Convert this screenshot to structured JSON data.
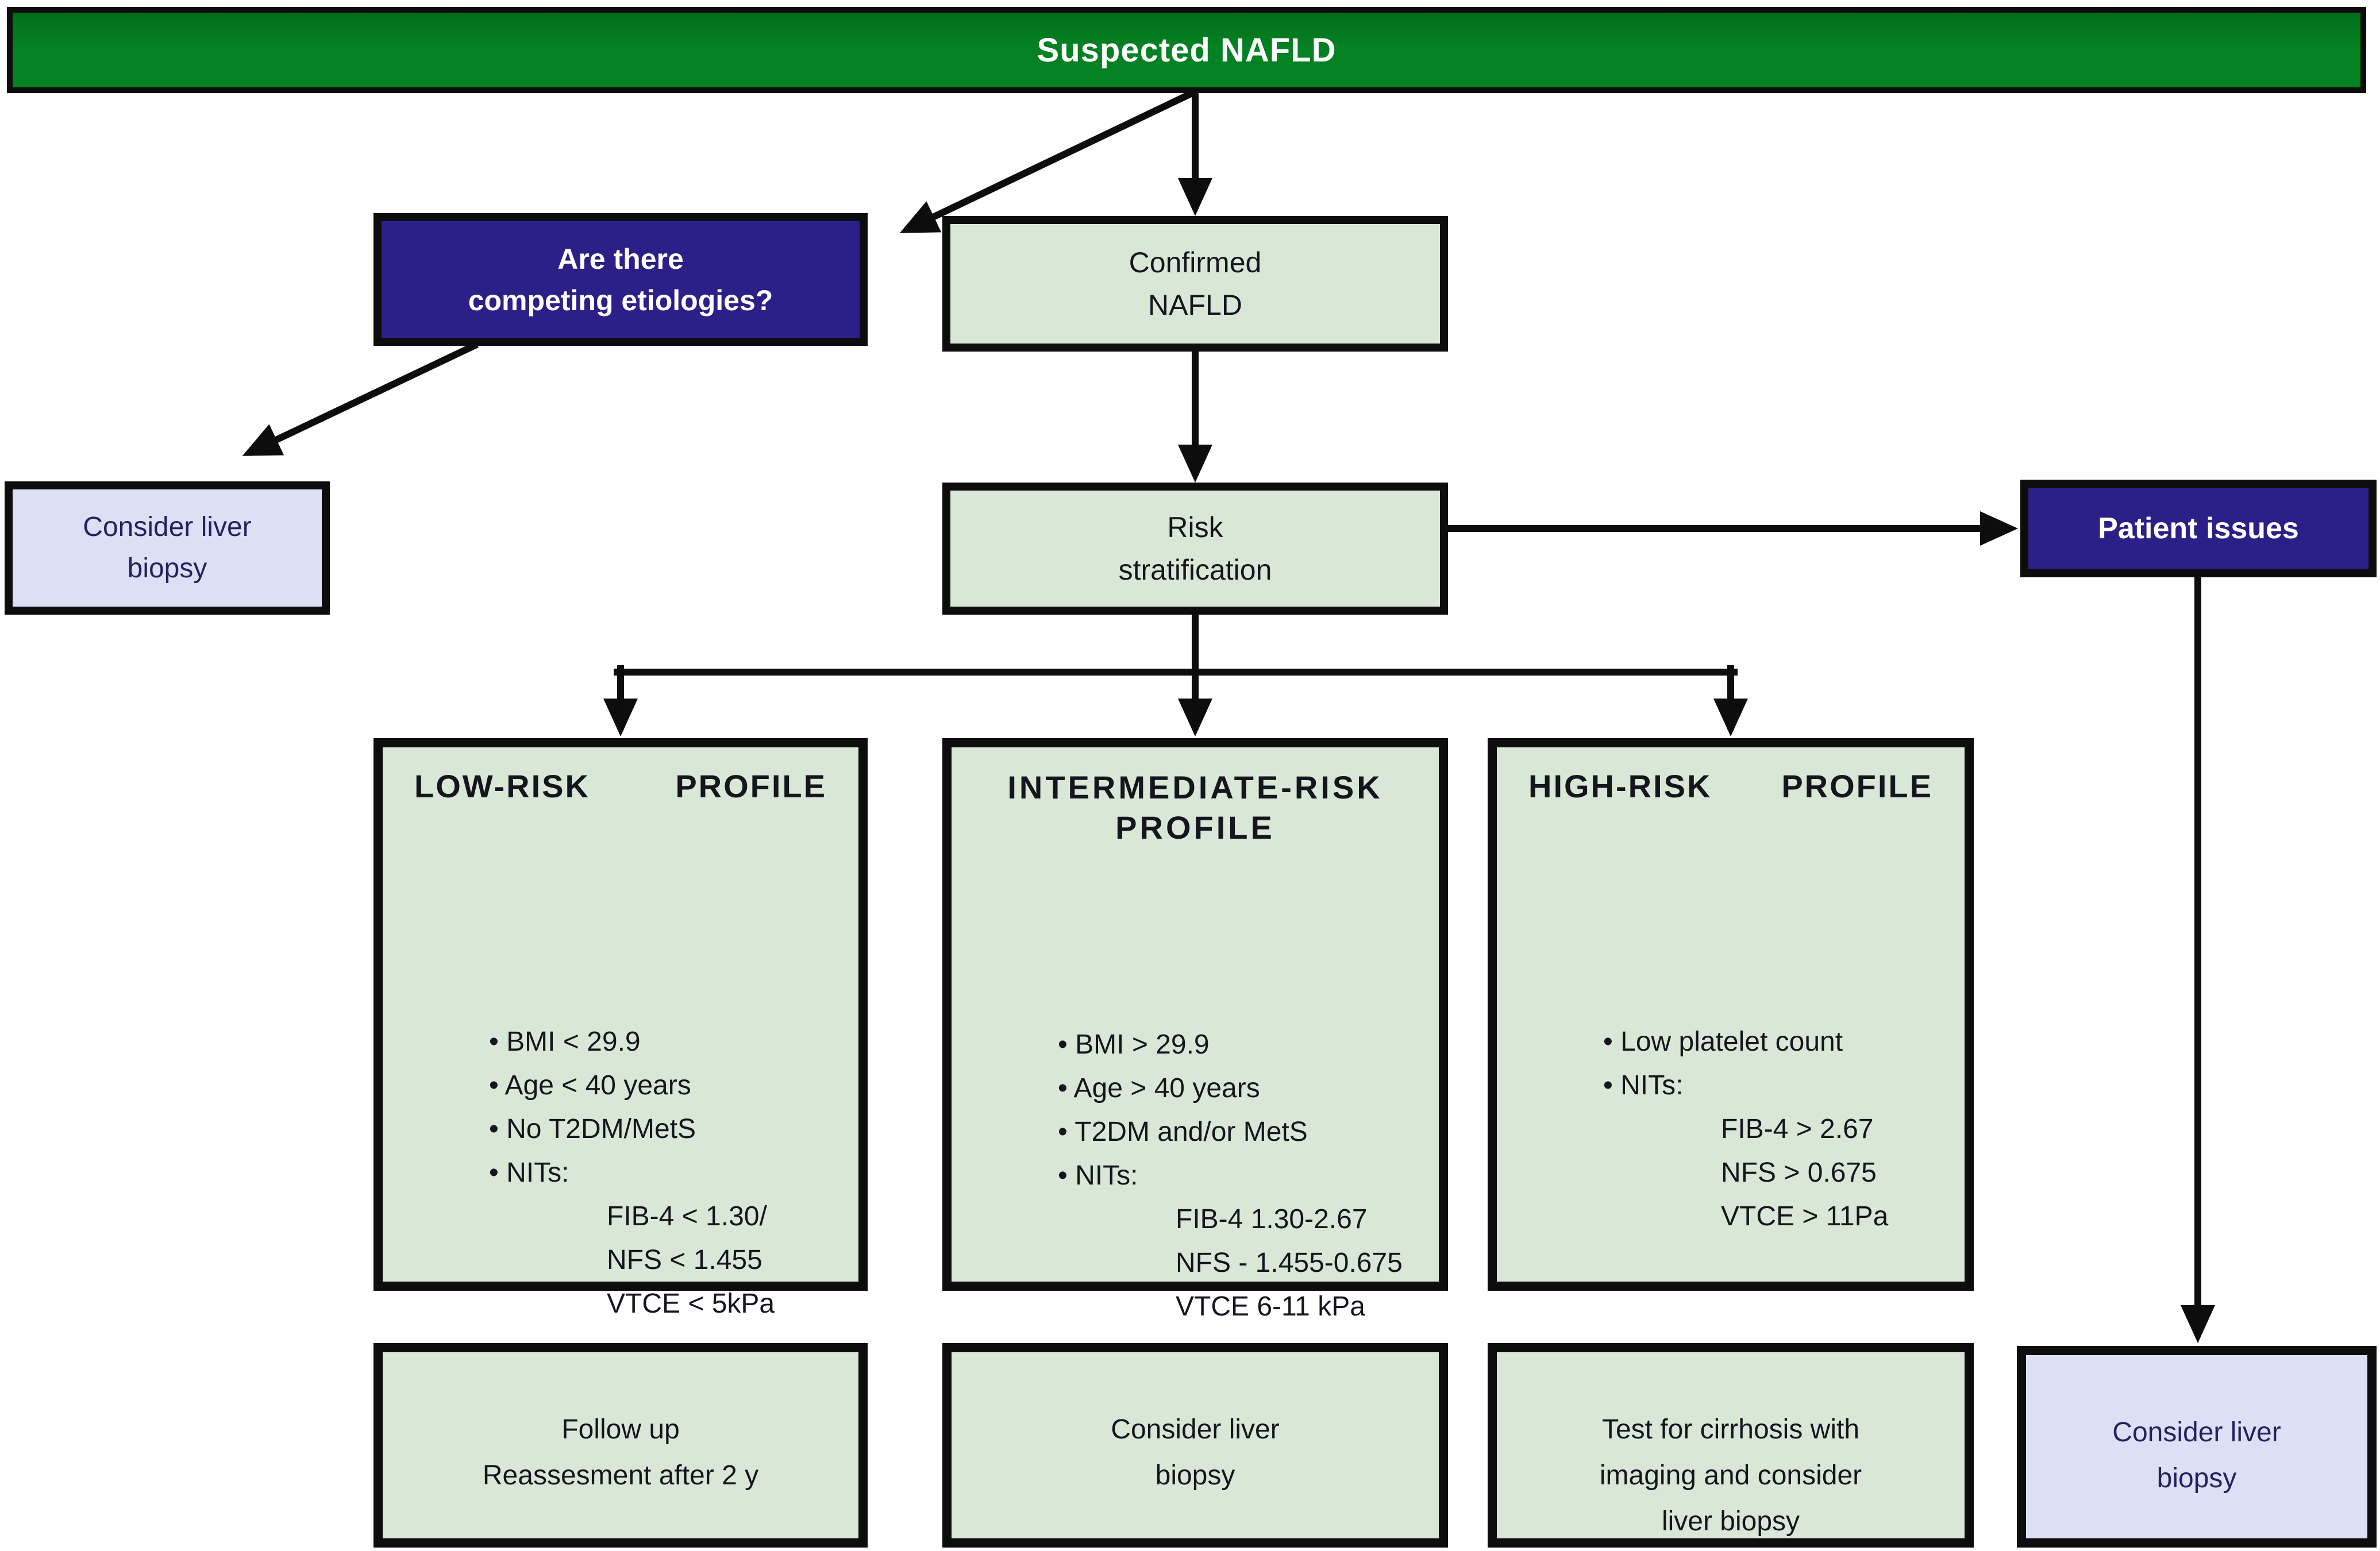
{
  "banner": {
    "label": "Suspected NAFLD"
  },
  "nodes": {
    "competing_etiologies": {
      "lines": [
        "Are there",
        "competing etiologies?"
      ]
    },
    "confirmed_nafld": {
      "lines": [
        "Confirmed",
        "NAFLD"
      ]
    },
    "consider_biopsy_left": {
      "lines": [
        "Consider liver",
        "biopsy"
      ]
    },
    "risk_stratification": {
      "lines": [
        "Risk",
        "stratification"
      ]
    },
    "patient_issues": {
      "label": "Patient issues"
    },
    "low_risk": {
      "title_word1": "LOW-RISK",
      "title_word2": "PROFILE",
      "items": [
        "• BMI < 29.9",
        "• Age < 40 years",
        "• No T2DM/MetS",
        "• NITs:"
      ],
      "sub_items": [
        "FIB-4 < 1.30/",
        "NFS < 1.455",
        "VTCE < 5kPa"
      ]
    },
    "intermediate_risk": {
      "title_line1": "INTERMEDIATE-RISK",
      "title_line2": "PROFILE",
      "items": [
        "• BMI > 29.9",
        "• Age > 40 years",
        "• T2DM and/or MetS",
        "• NITs:"
      ],
      "sub_items": [
        "FIB-4 1.30-2.67",
        "NFS - 1.455-0.675",
        "VTCE 6-11 kPa"
      ]
    },
    "high_risk": {
      "title_word1": "HIGH-RISK",
      "title_word2": "PROFILE",
      "items": [
        "• Low platelet count",
        "• NITs:"
      ],
      "sub_items": [
        "FIB-4 > 2.67",
        "NFS > 0.675",
        "VTCE > 11Pa"
      ]
    },
    "follow_up": {
      "lines": [
        "Follow up",
        "Reassesment after 2 y"
      ]
    },
    "consider_biopsy_mid": {
      "lines": [
        "Consider liver",
        "biopsy"
      ]
    },
    "test_cirrhosis": {
      "lines": [
        "Test for cirrhosis with",
        "imaging and consider",
        "liver biopsy"
      ]
    },
    "consider_biopsy_right": {
      "lines": [
        "Consider liver",
        "biopsy"
      ]
    }
  },
  "colors": {
    "banner_green": "#048122",
    "banner_green_dark": "#026d1c",
    "navy": "#2b2087",
    "light_green": "#d9e8d6",
    "lavender": "#dde0f5",
    "line_black": "#0d0d0d",
    "text_dark": "#15151e",
    "text_navy": "#23235f",
    "text_white": "#ffffff"
  }
}
